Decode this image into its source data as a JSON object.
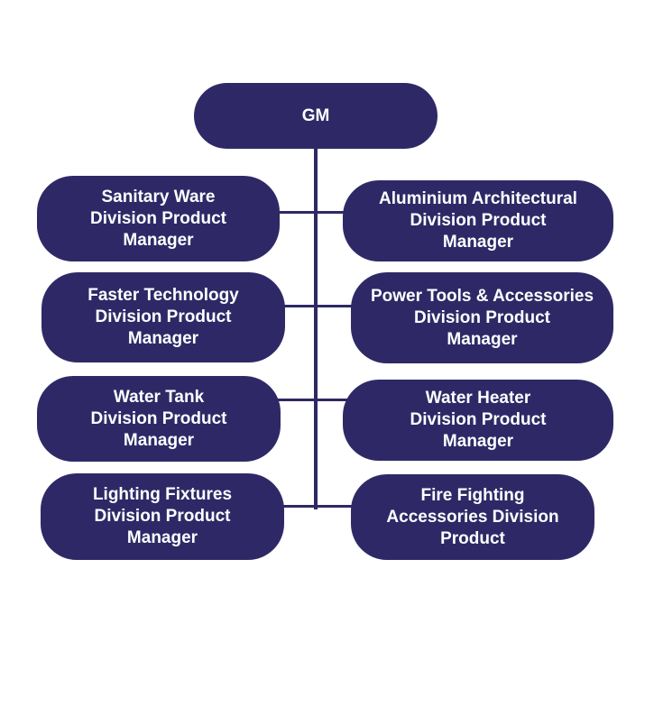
{
  "colors": {
    "node_fill": "#2e2966",
    "node_text": "#ffffff",
    "connector": "#2e2966",
    "background": "#ffffff"
  },
  "root": {
    "label": "GM"
  },
  "left_nodes": [
    {
      "label": "Sanitary Ware\nDivision Product\nManager"
    },
    {
      "label": "Faster Technology\nDivision Product\nManager"
    },
    {
      "label": "Water Tank\nDivision Product\nManager"
    },
    {
      "label": "Lighting Fixtures\nDivision Product\nManager"
    }
  ],
  "right_nodes": [
    {
      "label": "Aluminium Architectural\nDivision Product\nManager"
    },
    {
      "label": "Power Tools & Accessories\nDivision Product\nManager"
    },
    {
      "label": "Water Heater\nDivision Product\nManager"
    },
    {
      "label": "Fire Fighting\nAccessories Division\nProduct"
    }
  ]
}
